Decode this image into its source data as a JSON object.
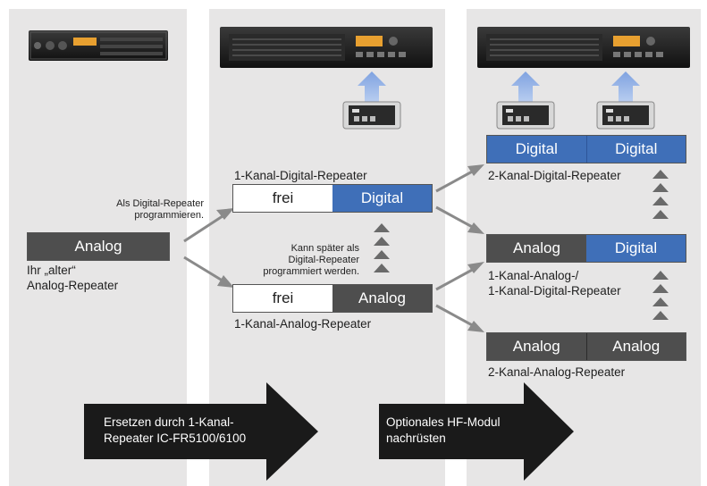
{
  "boxes": {
    "old_analog": {
      "cells": [
        "Analog"
      ]
    },
    "ch1_digital": {
      "cells": [
        "frei",
        "Digital"
      ]
    },
    "ch1_analog": {
      "cells": [
        "frei",
        "Analog"
      ]
    },
    "ch2_digital": {
      "cells": [
        "Digital",
        "Digital"
      ]
    },
    "mixed": {
      "cells": [
        "Analog",
        "Digital"
      ]
    },
    "ch2_analog": {
      "cells": [
        "Analog",
        "Analog"
      ]
    }
  },
  "labels": {
    "old_line1": "Ihr „alter“",
    "old_line2": "Analog-Repeater",
    "ch1_digital": "1-Kanal-Digital-Repeater",
    "ch1_analog": "1-Kanal-Analog-Repeater",
    "ch2_digital": "2-Kanal-Digital-Repeater",
    "mixed_line1": "1-Kanal-Analog-/",
    "mixed_line2": "1-Kanal-Digital-Repeater",
    "ch2_analog": "2-Kanal-Analog-Repeater"
  },
  "notes": {
    "program_line1": "Als Digital-Repeater",
    "program_line2": "programmieren.",
    "later_line1": "Kann später als",
    "later_line2": "Digital-Repeater",
    "later_line3": "programmiert werden."
  },
  "arrows": {
    "replace_line1": "Ersetzen durch 1-Kanal-",
    "replace_line2": "Repeater IC-FR5100/6100",
    "upgrade_line1": "Optionales HF-Modul",
    "upgrade_line2": "nachrüsten"
  },
  "colors": {
    "analog": "#4e4e4e",
    "digital": "#3f6fb8",
    "panel": "#e7e6e6",
    "big_arrow": "#1a1a1a",
    "connector": "#8a8a8a"
  }
}
